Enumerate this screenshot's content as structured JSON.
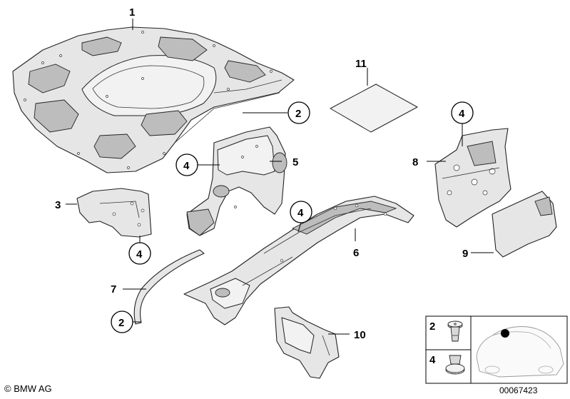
{
  "callouts": {
    "c1": "1",
    "c2_top": "2",
    "c3": "3",
    "c4_left": "4",
    "c4_mid": "4",
    "c4_center": "4",
    "c4_right": "4",
    "c5": "5",
    "c6": "6",
    "c7": "7",
    "c2_bottom": "2",
    "c8": "8",
    "c9": "9",
    "c10": "10",
    "c11": "11"
  },
  "legend": {
    "item_a": "2",
    "item_b": "4"
  },
  "footer": {
    "copyright": "© BMW AG",
    "diagram_id": "00067423"
  }
}
